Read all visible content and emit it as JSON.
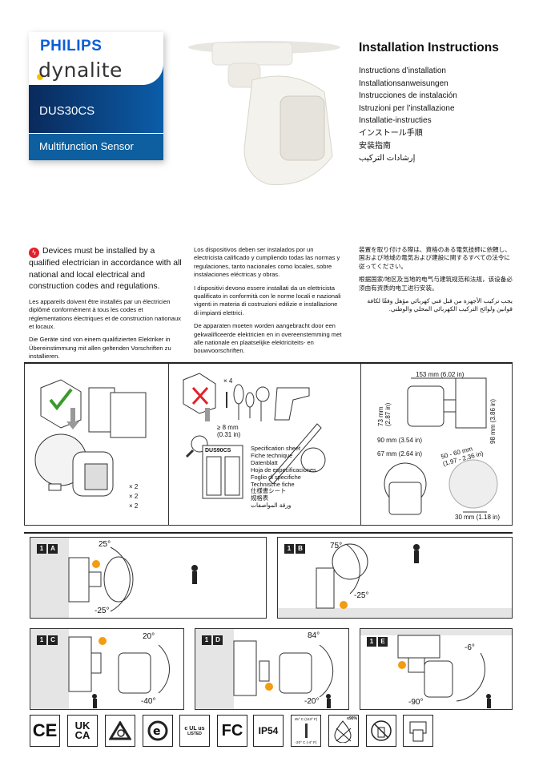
{
  "brand": {
    "company": "PHILIPS",
    "product_line": "dynalite",
    "model": "DUS30CS",
    "subtitle": "Multifunction Sensor",
    "colors": {
      "blue": "#0b5ed7",
      "dark_blue": "#0a2a5c",
      "accent_yellow": "#f5c400"
    }
  },
  "header": {
    "title": "Installation Instructions",
    "languages": [
      "Instructions d’installation",
      "Installationsanweisungen",
      "Instrucciones de instalación",
      "Istruzioni per l’installazione",
      "Installatie-instructies",
      "インストール手順",
      "安装指南",
      "إرشادات التركيب"
    ]
  },
  "warning": {
    "icon": "electric-hazard-icon",
    "en": "Devices must be installed by a qualified electrician in accordance with all national and local electrical and construction codes and regulations.",
    "fr": "Les appareils doivent être installés par un électricien diplômé conformément à tous les codes et réglementations électriques et de construction nationaux et locaux.",
    "de": "Die Geräte sind von einem qualifizierten Elektriker in Übereinstimmung mit allen geltenden Vorschriften zu installieren.",
    "es": "Los dispositivos deben ser instalados por un electricista calificado y cumpliendo todas las normas y regulaciones, tanto nacionales como locales, sobre instalaciones eléctricas y obras.",
    "it": "I dispositivi devono essere installati da un elettricista qualificato in conformità con le norme locali e nazionali vigenti in materia di costruzioni edilizie e installazione di impianti elettrici.",
    "nl": "De apparaten moeten worden aangebracht door een gekwalificeerde elektricien en in overeenstemming met alle nationale en plaatselijke elektriciteits- en bouwvoorschriften.",
    "ja": "装置を取り付ける際は、資格のある電気技師に依頼し、国および地域の電気および建設に関するすべての法令に従ってください。",
    "zh": "根据国家/地区及当地的电气与建筑规范和法规，该设备必须由有资质的电工进行安装。",
    "ar": "يجب تركيب الأجهزة من قبل فني كهربائي مؤهل وفقًا لكافة قوانين ولوائح التركيب الكهربائي المحلي والوطني."
  },
  "package": {
    "qty": [
      "× 2",
      "× 2",
      "× 2"
    ]
  },
  "tools": {
    "screw_qty": "× 4",
    "drill_min": "≥ 8 mm",
    "drill_min_in": "(0.31 in)",
    "doc_model": "DUS90CS",
    "spec_sheet": [
      "Specification sheet",
      "Fiche technique",
      "Datenblatt",
      "Hoja de especificaciones",
      "Foglio di specifiche",
      "Technische fiche",
      "仕様書シート",
      "规格表",
      "ورقة المواصفات"
    ]
  },
  "dimensions": {
    "width": "153 mm (6.02 in)",
    "depth": "73 mm",
    "depth_in": "(2.87 in)",
    "height": "98 mm (3.86 in)",
    "outer_dia": "90 mm (3.54 in)",
    "inner_dia": "67 mm (2.64 in)",
    "mount_range": "50 - 60 mm",
    "mount_range_in": "(1.97 - 2.36 in)",
    "hole_spacing": "30 mm (1.18 in)"
  },
  "steps": [
    {
      "n": "1",
      "l": "A",
      "max": "25°",
      "min": "-25°"
    },
    {
      "n": "1",
      "l": "B",
      "max": "75°",
      "min": "-25°"
    },
    {
      "n": "1",
      "l": "C",
      "max": "20°",
      "min": "-40°"
    },
    {
      "n": "1",
      "l": "D",
      "max": "84°",
      "min": "-20°"
    },
    {
      "n": "1",
      "l": "E",
      "max": "-6°",
      "min": "-90°"
    }
  ],
  "certs": {
    "ce": "CE",
    "ukca_1": "UK",
    "ukca_2": "CA",
    "ul": "c UL us",
    "ul_listed": "LISTED",
    "fcc": "FC",
    "ip": "IP54",
    "temp_max": "45° C (113° F)",
    "temp_min": "-20° C (-4° F)",
    "humidity": "≤90%"
  }
}
